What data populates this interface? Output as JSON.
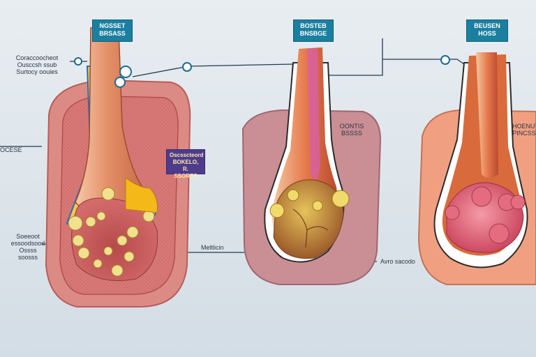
{
  "panels": [
    {
      "tag": "NGSSET\nBRSASS",
      "labels": []
    },
    {
      "tag": "BOSTEB\nBNSBGE",
      "labels": []
    },
    {
      "tag": "BEUSEN\nHOSS",
      "labels": []
    }
  ],
  "callouts": {
    "left_top": "Coraccoocheot\nOusccsh ssub\nSurtocy oouies",
    "left_mid": "OCESE",
    "left_bottom": "Soeeoot\nessoodsood\nOssss\nsoosss",
    "center_box": "Oscsscteord\nBOKELO, R.\nSSORES",
    "middle": "Meltlicin",
    "panel2_side": "OONTIS\nBSSSS",
    "panel3_side": "HOENUT\nPINCSS",
    "panel2_bottom": "Avro sacodo"
  },
  "colors": {
    "background": "#dfe6ec",
    "tag_bg": "#1b7fa0",
    "tag_purple": "#4d3c8c",
    "line": "#223a52",
    "outer_tissue": "#dc8b84",
    "inner_tissue": "#c94f57",
    "fat": "#f2c84b",
    "shaft": "#e8a07a",
    "panel2_bg": "#c98f94",
    "panel3_bg": "#f0a081"
  }
}
